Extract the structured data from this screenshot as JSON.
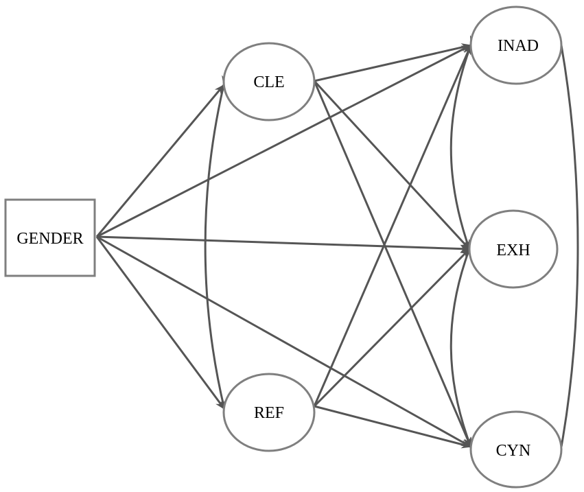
{
  "nodes": {
    "gender": {
      "label": "GENDER",
      "shape": "rectangle"
    },
    "cle": {
      "label": "CLE",
      "shape": "ellipse"
    },
    "ref": {
      "label": "REF",
      "shape": "ellipse"
    },
    "inad": {
      "label": "INAD",
      "shape": "ellipse"
    },
    "exh": {
      "label": "EXH",
      "shape": "ellipse"
    },
    "cyn": {
      "label": "CYN",
      "shape": "ellipse"
    }
  },
  "directed_paths": [
    {
      "from": "gender",
      "to": "cle"
    },
    {
      "from": "gender",
      "to": "ref"
    },
    {
      "from": "gender",
      "to": "inad"
    },
    {
      "from": "gender",
      "to": "exh"
    },
    {
      "from": "gender",
      "to": "cyn"
    },
    {
      "from": "cle",
      "to": "inad"
    },
    {
      "from": "cle",
      "to": "exh"
    },
    {
      "from": "cle",
      "to": "cyn"
    },
    {
      "from": "ref",
      "to": "inad"
    },
    {
      "from": "ref",
      "to": "exh"
    },
    {
      "from": "ref",
      "to": "cyn"
    }
  ],
  "covariances": [
    {
      "between": [
        "cle",
        "ref"
      ]
    },
    {
      "between": [
        "inad",
        "exh"
      ]
    },
    {
      "between": [
        "exh",
        "cyn"
      ]
    },
    {
      "between": [
        "inad",
        "cyn"
      ]
    }
  ],
  "colors": {
    "node_border": "#7f7f7f",
    "arrow": "#555555",
    "text": "#000000",
    "background": "#ffffff"
  }
}
